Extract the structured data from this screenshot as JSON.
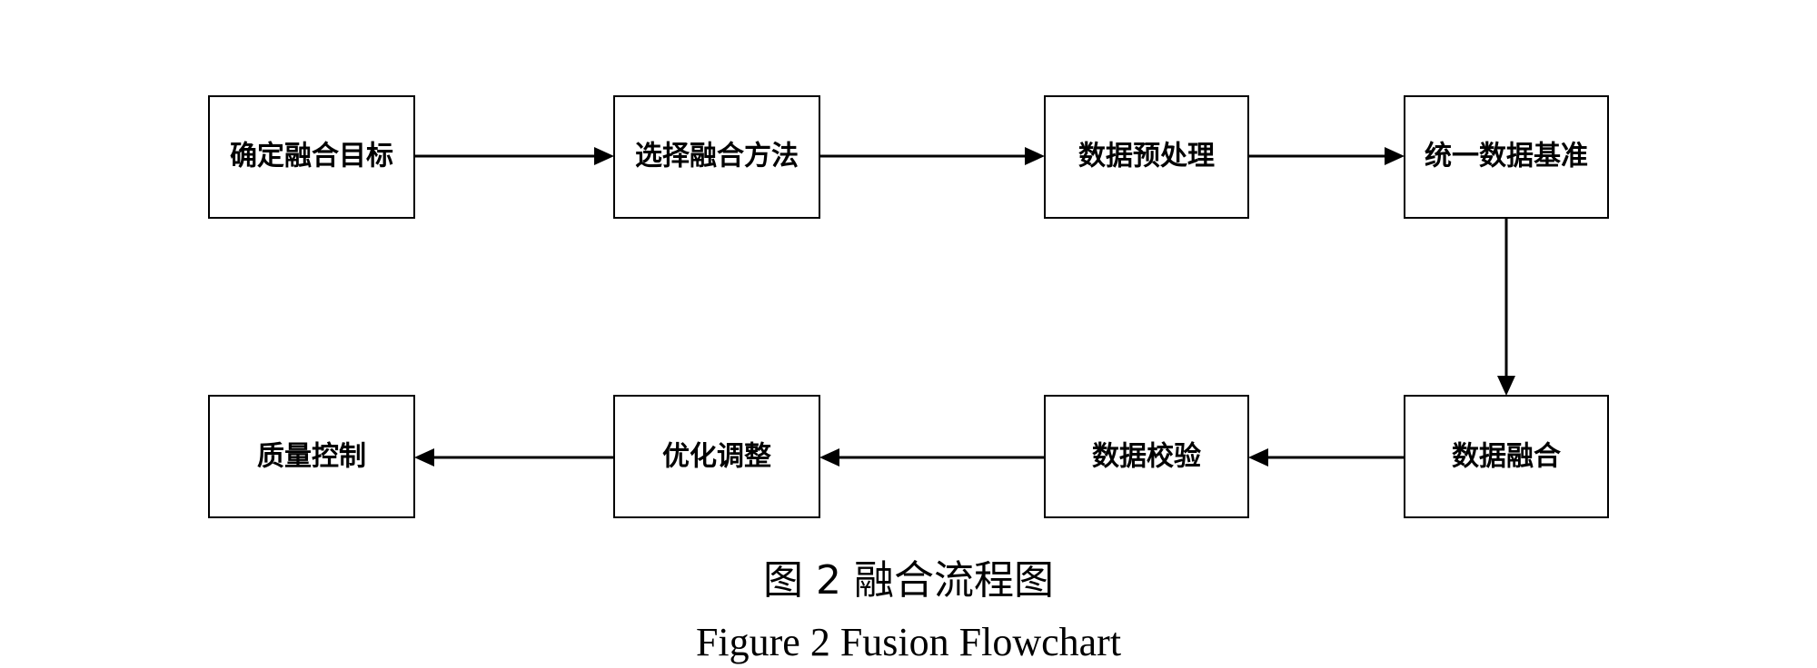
{
  "diagram": {
    "nodes": [
      {
        "id": "n1",
        "label": "确定融合目标"
      },
      {
        "id": "n2",
        "label": "选择融合方法"
      },
      {
        "id": "n3",
        "label": "数据预处理"
      },
      {
        "id": "n4",
        "label": "统一数据基准"
      },
      {
        "id": "n5",
        "label": "数据融合"
      },
      {
        "id": "n6",
        "label": "数据校验"
      },
      {
        "id": "n7",
        "label": "优化调整"
      },
      {
        "id": "n8",
        "label": "质量控制"
      }
    ],
    "edges": [
      {
        "from": "n1",
        "to": "n2"
      },
      {
        "from": "n2",
        "to": "n3"
      },
      {
        "from": "n3",
        "to": "n4"
      },
      {
        "from": "n4",
        "to": "n5"
      },
      {
        "from": "n5",
        "to": "n6"
      },
      {
        "from": "n6",
        "to": "n7"
      },
      {
        "from": "n7",
        "to": "n8"
      }
    ]
  },
  "caption": {
    "cn": "图 2  融合流程图",
    "en": "Figure 2 Fusion Flowchart"
  }
}
